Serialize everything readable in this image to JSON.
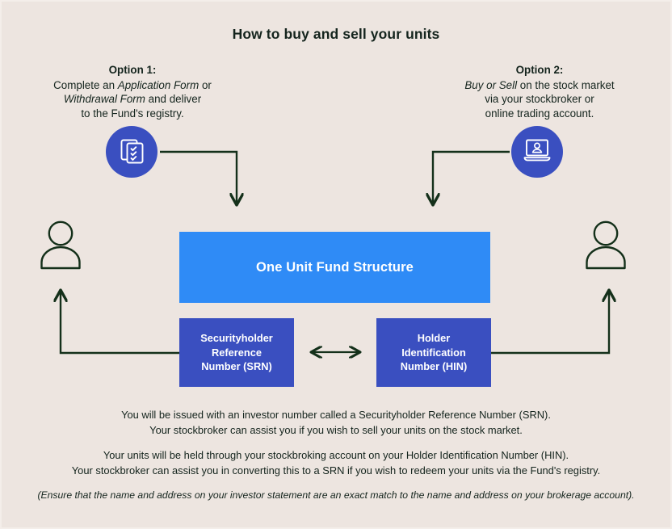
{
  "page": {
    "title": "How to buy and sell your units",
    "background_color": "#ede5e0",
    "border_color": "#f4eeea",
    "text_color": "#14241d"
  },
  "colors": {
    "fund_box": "#2f8bf6",
    "id_box": "#3a4fc0",
    "icon_badge": "#3a4fc0",
    "connector": "#14301a",
    "person_outline": "#14301a"
  },
  "options": {
    "left": {
      "heading": "Option 1:",
      "line1_pre": "Complete an ",
      "line1_em": "Application Form",
      "line1_post": " or",
      "line2_em": "Withdrawal Form",
      "line2_post": " and deliver",
      "line3": "to the Fund's registry.",
      "icon": "checklist-documents-icon"
    },
    "right": {
      "heading": "Option 2:",
      "line1_em": "Buy or Sell",
      "line1_post": " on the stock market",
      "line2": "via your stockbroker or",
      "line3": "online trading account.",
      "icon": "laptop-person-icon"
    }
  },
  "boxes": {
    "fund": "One Unit Fund Structure",
    "srn_line1": "Securityholder",
    "srn_line2": "Reference",
    "srn_line3": "Number (SRN)",
    "hin_line1": "Holder",
    "hin_line2": "Identification",
    "hin_line3": "Number (HIN)"
  },
  "people": {
    "left_label": "investor-left",
    "right_label": "investor-right"
  },
  "footnotes": {
    "srn_line1": "You will be issued with an investor number called a Securityholder Reference Number (SRN).",
    "srn_line2": "Your stockbroker can assist you if you wish to sell your units on the stock market.",
    "hin_line1": "Your units will be held through your stockbroking account on your Holder Identification Number (HIN).",
    "hin_line2": "Your stockbroker can assist you in converting this to a SRN if you wish to redeem your units via the Fund's registry.",
    "note": "(Ensure that the name and address on your investor statement are an exact match to the name and address on your brokerage account)."
  }
}
